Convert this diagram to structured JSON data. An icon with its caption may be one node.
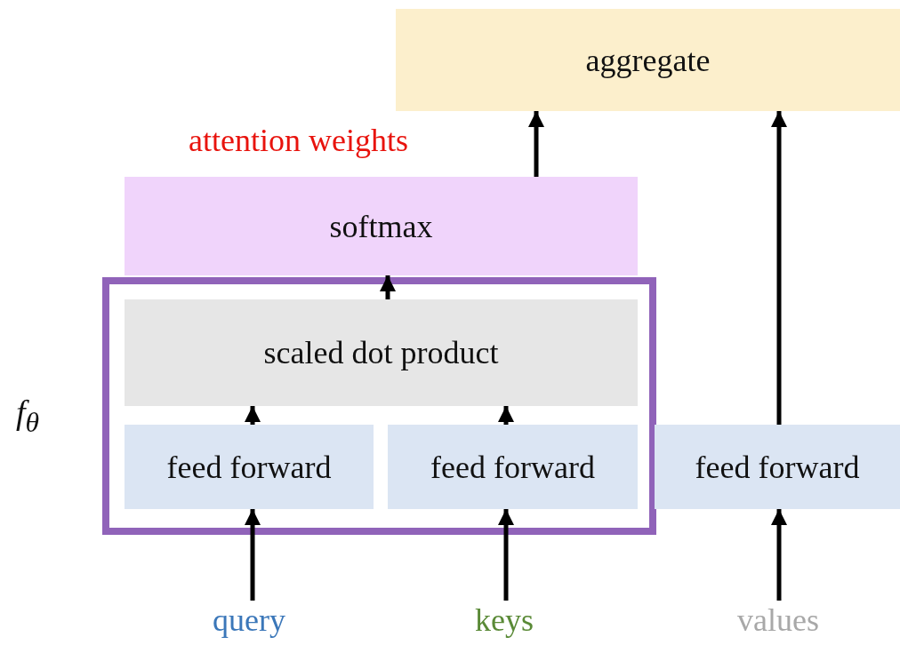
{
  "diagram": {
    "nodes": [
      {
        "text": [
          "aggregate"
        ]
      },
      {
        "text": [
          "softmax"
        ],
        "beside": [
          "attention weights"
        ]
      },
      {
        "text": [
          "f$_{θ}$"
        ]
      },
      {
        "text": [
          "scaled dot product"
        ],
        "in": 2
      },
      {
        "text": [
          "feed forward"
        ],
        "in": 2
      },
      {
        "text": [
          "feed forward"
        ],
        "in": 2
      },
      {
        "text": [
          "feed forward"
        ]
      },
      {
        "text": [
          "query"
        ]
      },
      {
        "text": [
          "keys"
        ]
      },
      {
        "text": [
          "values"
        ]
      }
    ],
    "edges": [
      {
        "from": 7,
        "to": 4,
        "arrow": "to"
      },
      {
        "from": 8,
        "to": 5,
        "arrow": "to"
      },
      {
        "from": 9,
        "to": 6,
        "arrow": "to"
      },
      {
        "from": 4,
        "to": 3,
        "arrow": "to"
      },
      {
        "from": 5,
        "to": 3,
        "arrow": "to"
      },
      {
        "from": 3,
        "to": 1,
        "arrow": "to"
      },
      {
        "from": 1,
        "to": 0,
        "arrow": "to"
      },
      {
        "from": 6,
        "to": 0,
        "arrow": "to"
      }
    ]
  }
}
